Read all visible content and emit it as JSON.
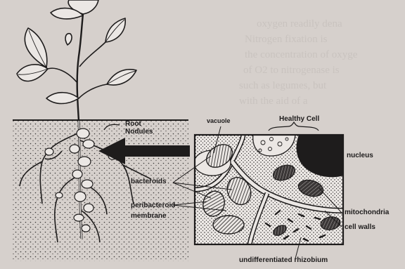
{
  "background_text": [
    "oxygen readily dena",
    "Nitrogen fixation is",
    "the concentration of oxyge",
    "of O2 to nitrogenase is",
    "such as legumes, but",
    "with the aid of a"
  ],
  "labels": {
    "healthy_cell": "Healthy Cell",
    "vacuole": "vacuole",
    "root_nodules": "Root\nNodules",
    "nucleus": "nucleus",
    "bacteroids": "bacteroids",
    "peribacteroid_membrane": "peribacteroid\nmembrane",
    "mitochondria": "mitochondria",
    "cell_walls": "cell walls",
    "undifferentiated_rhizobium": "undifferentiated rhizobium"
  },
  "colors": {
    "ink": "#1e1c1c",
    "paper": "#d6d0cc",
    "panel": "#ebe7e4"
  }
}
